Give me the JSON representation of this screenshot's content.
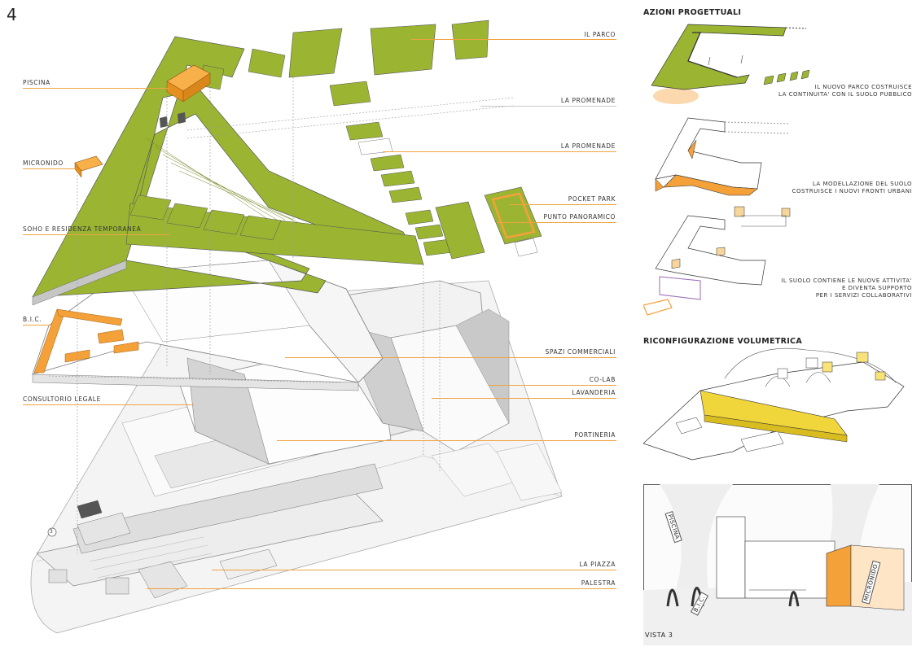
{
  "page_number": "4",
  "colors": {
    "green": "#9bb533",
    "orange": "#f4a13a",
    "grey_block": "#efefef",
    "leader": "#f0a340",
    "purple": "#9b6bb5"
  },
  "left_labels": {
    "piscina": "PISCINA",
    "micronido": "MICRONIDO",
    "soho": "SOHO E RESIDENZA TEMPORANEA",
    "bic": "B.I.C.",
    "consultorio": "CONSULTORIO LEGALE"
  },
  "right_labels": {
    "parco": "IL PARCO",
    "promenade_1": "LA PROMENADE",
    "promenade_2": "LA PROMENADE",
    "pocket_park": "POCKET PARK",
    "punto_panoramico": "PUNTO PANORAMICO",
    "spazi_commerciali": "SPAZI COMMERCIALI",
    "co_lab": "CO-LAB",
    "lavanderia": "LAVANDERIA",
    "portineria": "PORTINERIA",
    "piazza": "LA PIAZZA",
    "palestra": "PALESTRA"
  },
  "view_marker": "3",
  "sidebar": {
    "azioni_title": "AZIONI PROGETTUALI",
    "caption_1": [
      "IL NUOVO PARCO COSTRUISCE",
      "LA CONTINUITA' CON IL SUOLO PUBBLICO"
    ],
    "caption_2": [
      "LA MODELLAZIONE DEL SUOLO",
      "COSTRUISCE I NUOVI FRONTI URBANI"
    ],
    "caption_3": [
      "IL SUOLO CONTIENE LE NUOVE ATTIVITA'",
      "E DIVENTA SUPPORTO",
      "PER I SERVIZI COLLABORATIVI"
    ],
    "riconfig_title": "RICONFIGURAZIONE VOLUMETRICA"
  },
  "vista": {
    "label": "VISTA 3",
    "tag_piscina": "PISCINA",
    "tag_bic": "B.I.C.",
    "tag_micronido": "MICRONIDO"
  }
}
